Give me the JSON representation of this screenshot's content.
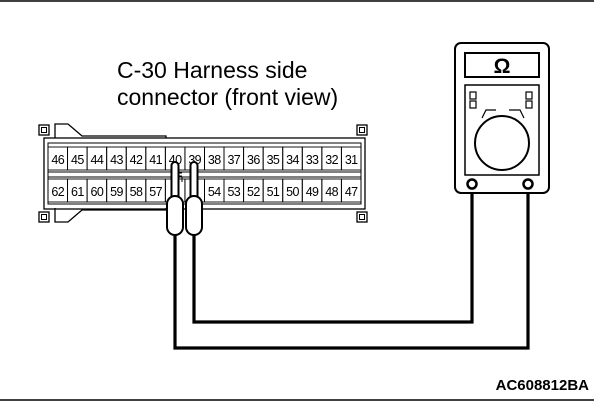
{
  "diagram": {
    "connector_label_line1": "C-30 Harness side",
    "connector_label_line2": "connector (front view)",
    "meter_symbol": "Ω",
    "reference_code": "AC608812BA",
    "probe_pins": [
      "40",
      "39"
    ],
    "pins_top_row": [
      "46",
      "45",
      "44",
      "43",
      "42",
      "41",
      "40",
      "39",
      "38",
      "37",
      "36",
      "35",
      "34",
      "33",
      "32",
      "31"
    ],
    "pins_bottom_row": [
      "62",
      "61",
      "60",
      "59",
      "58",
      "57",
      "",
      "",
      "54",
      "53",
      "52",
      "51",
      "50",
      "49",
      "48",
      "47"
    ]
  }
}
